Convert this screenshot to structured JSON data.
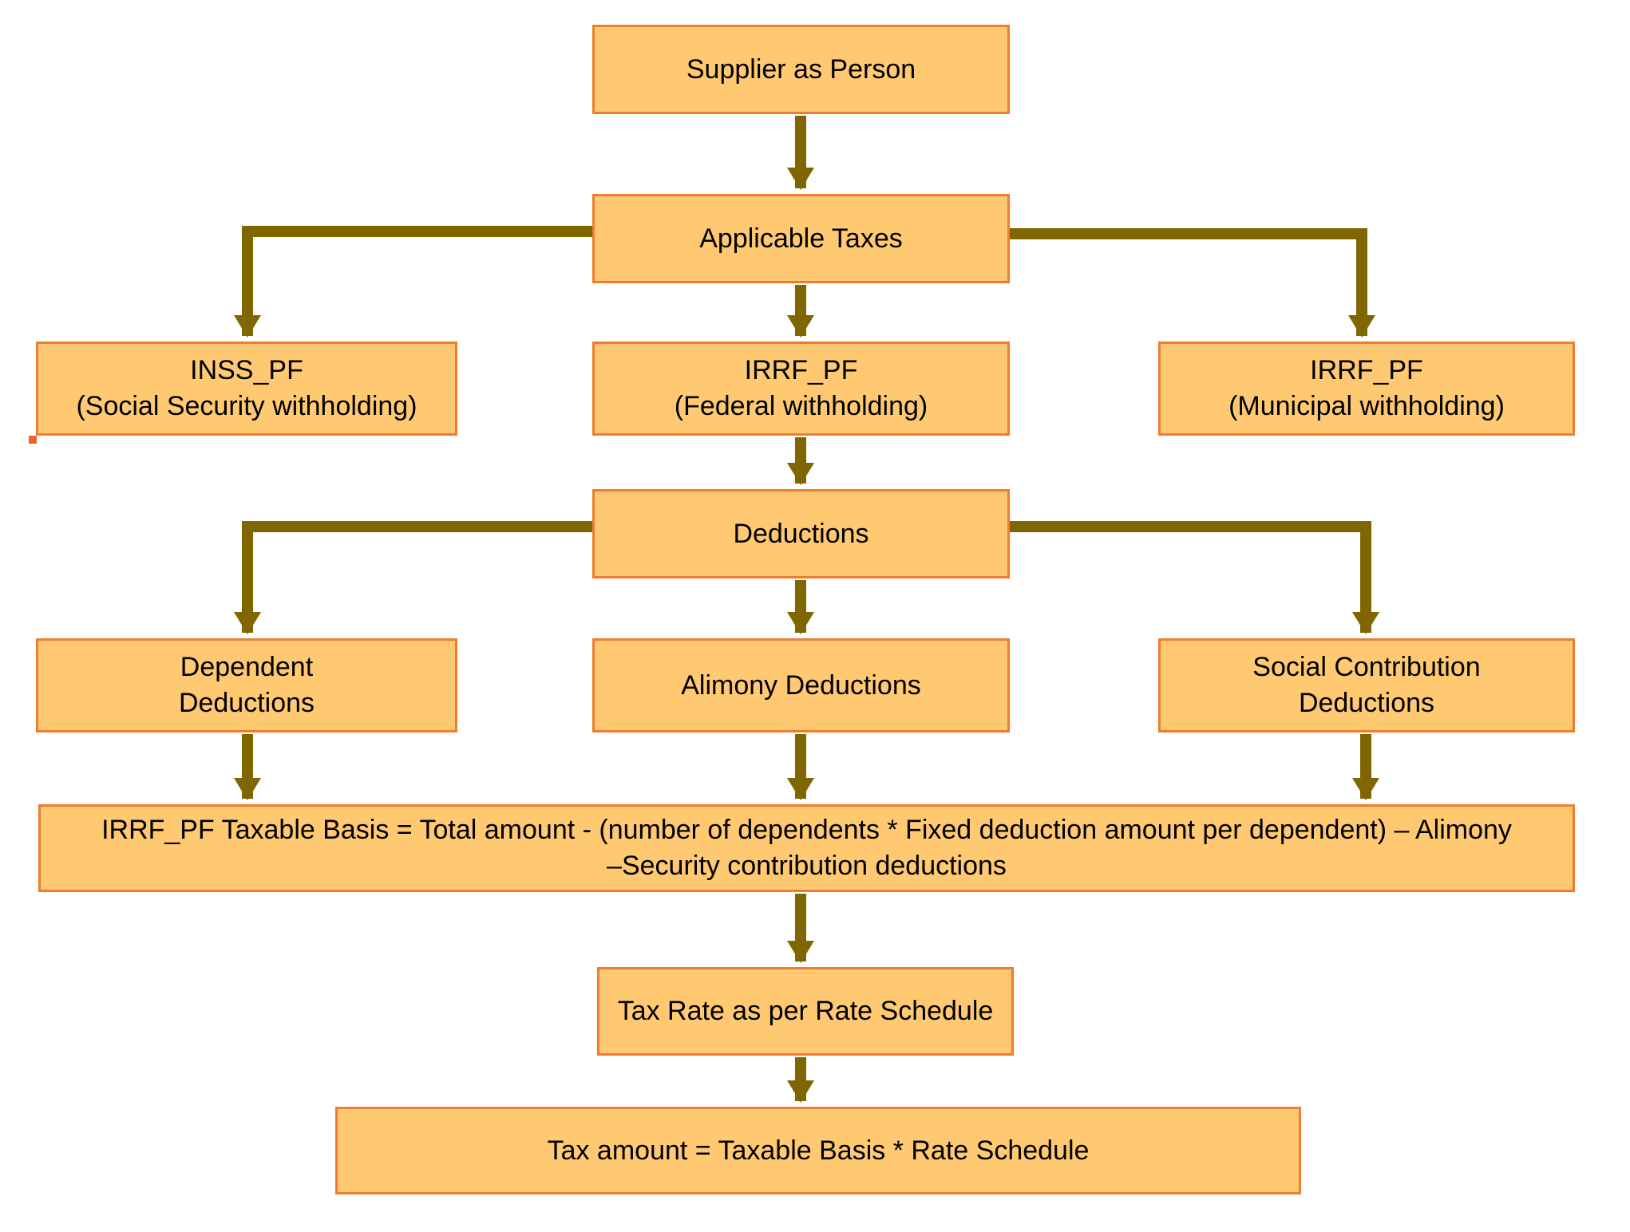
{
  "colors": {
    "box_fill": "#FFC972",
    "box_border": "#ED7D31",
    "arrow": "#806600",
    "text": "#000000"
  },
  "nodes": {
    "supplier": {
      "label": "Supplier as Person"
    },
    "applicable": {
      "label": "Applicable Taxes"
    },
    "inss": {
      "label": "INSS_PF\n(Social Security withholding)"
    },
    "federal": {
      "label": "IRRF_PF\n(Federal withholding)"
    },
    "municipal": {
      "label": "IRRF_PF\n(Municipal withholding)"
    },
    "deductions": {
      "label": "Deductions"
    },
    "dependent": {
      "label": "Dependent\nDeductions"
    },
    "alimony": {
      "label": "Alimony Deductions"
    },
    "social": {
      "label": "Social Contribution\nDeductions"
    },
    "formula": {
      "label": "IRRF_PF Taxable Basis = Total amount - (number of dependents * Fixed deduction amount per dependent) – Alimony\n–Security contribution deductions"
    },
    "taxrate": {
      "label": "Tax Rate as per Rate Schedule"
    },
    "taxamount": {
      "label": "Tax amount = Taxable Basis * Rate Schedule"
    }
  },
  "edges": [
    {
      "from": "supplier",
      "to": "applicable"
    },
    {
      "from": "applicable",
      "to": "inss"
    },
    {
      "from": "applicable",
      "to": "federal"
    },
    {
      "from": "applicable",
      "to": "municipal"
    },
    {
      "from": "federal",
      "to": "deductions"
    },
    {
      "from": "deductions",
      "to": "dependent"
    },
    {
      "from": "deductions",
      "to": "alimony"
    },
    {
      "from": "deductions",
      "to": "social"
    },
    {
      "from": "dependent",
      "to": "formula"
    },
    {
      "from": "alimony",
      "to": "formula"
    },
    {
      "from": "social",
      "to": "formula"
    },
    {
      "from": "formula",
      "to": "taxrate"
    },
    {
      "from": "taxrate",
      "to": "taxamount"
    }
  ]
}
